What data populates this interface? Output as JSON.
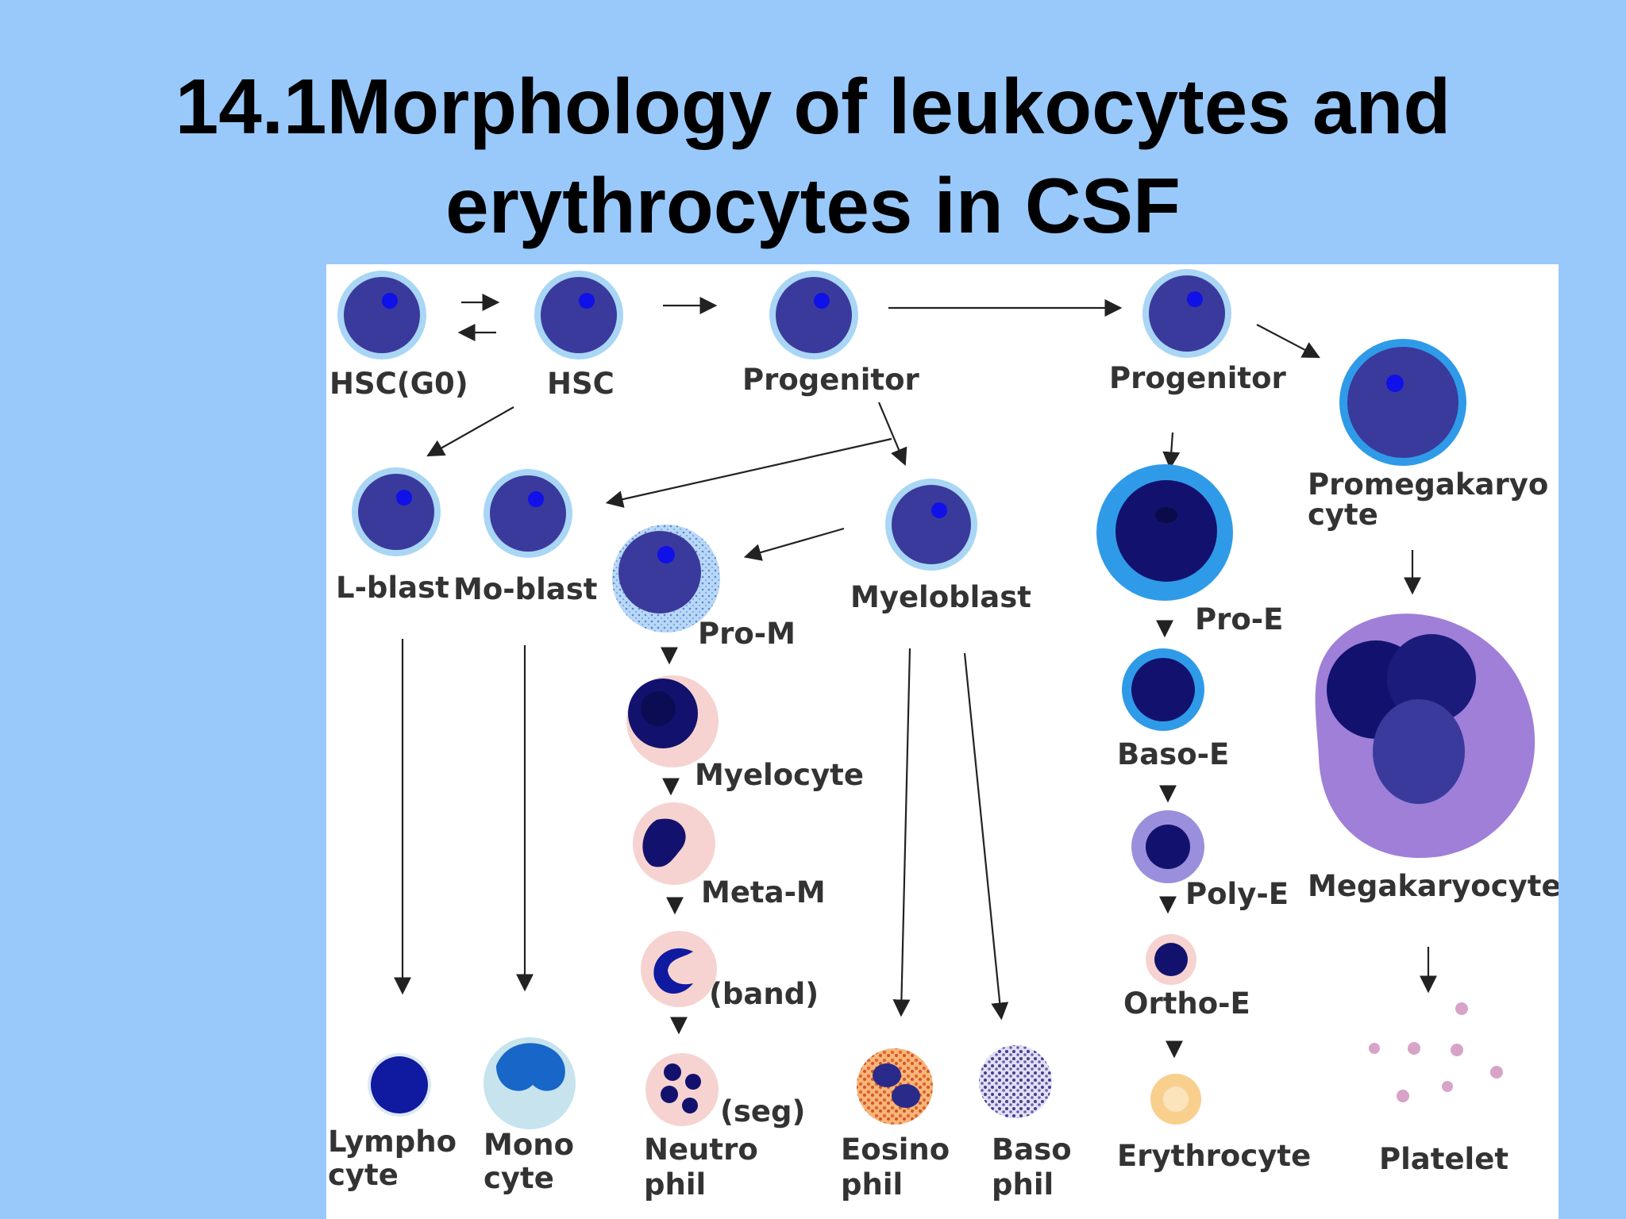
{
  "slide": {
    "title_line1": "14.1Morphology of leukocytes and",
    "title_line2": "erythrocytes in CSF"
  },
  "diagram": {
    "labels": {
      "hsc_g0": "HSC(G0)",
      "hsc": "HSC",
      "progenitor_myeloid": "Progenitor",
      "progenitor_erythroid": "Progenitor",
      "l_blast": "L-blast",
      "mo_blast": "Mo-blast",
      "pro_m": "Pro-M",
      "myeloblast": "Myeloblast",
      "myelocyte": "Myelocyte",
      "meta_m": "Meta-M",
      "band": "(band)",
      "seg": "(seg)",
      "pro_e": "Pro-E",
      "baso_e": "Baso-E",
      "poly_e": "Poly-E",
      "ortho_e": "Ortho-E",
      "promegakaryocyte_1": "Promegakaryo",
      "promegakaryocyte_2": "cyte",
      "megakaryocyte": "Megakaryocyte",
      "lymphocyte_1": "Lympho",
      "lymphocyte_2": "cyte",
      "monocyte_1": "Mono",
      "monocyte_2": "cyte",
      "neutrophil_1": "Neutro",
      "neutrophil_2": "phil",
      "eosinophil_1": "Eosino",
      "eosinophil_2": "phil",
      "basophil_1": "Baso",
      "basophil_2": "phil",
      "erythrocyte": "Erythrocyte",
      "platelet": "Platelet"
    },
    "colors": {
      "stem_cell_nucleus": "#3a3a9c",
      "stem_cell_rim": "#a9d6f5",
      "nucleolus": "#1010e8",
      "erythroid_rim": "#2f9be8",
      "granulocyte_cytoplasm": "#f6d3d0",
      "megakaryocyte": "#9f7fd8",
      "arrow": "#222222"
    }
  }
}
